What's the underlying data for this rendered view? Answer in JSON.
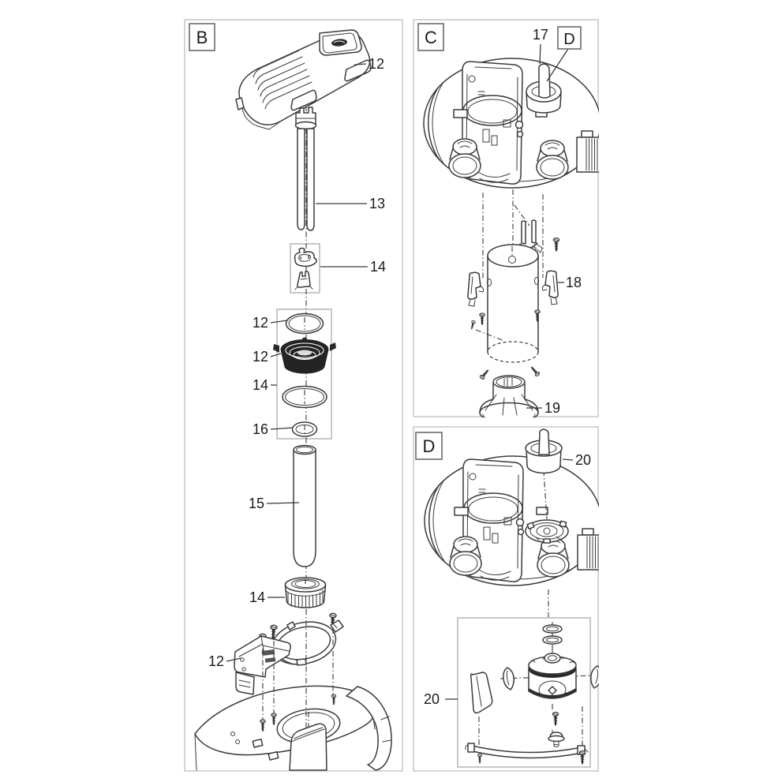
{
  "colors": {
    "background": "#ffffff",
    "line": "#3b3b3b",
    "panel_border": "#c7c7c7",
    "inner_box_border": "#b5b5b5",
    "label_box_border": "#7a7a7a",
    "text": "#1a1a1a"
  },
  "panels": {
    "b": {
      "label": "B",
      "callouts": {
        "cover": "12",
        "uv_lamp": "13",
        "lamp_holder_clip": "14",
        "small_o_ring": "12",
        "bayonet_ring": "12",
        "large_o_ring": "14",
        "profile_seal": "16",
        "quartz_tube": "15",
        "union_nut": "14",
        "mounting_bracket": "12"
      }
    },
    "c": {
      "label": "C",
      "detail_reference": "D",
      "callouts": {
        "handle_position": "17",
        "retaining_clip": "18",
        "flow_guide": "19"
      }
    },
    "d": {
      "label": "D",
      "callouts": {
        "rotary_knob": "20",
        "cleaning_assembly": "20"
      }
    }
  }
}
